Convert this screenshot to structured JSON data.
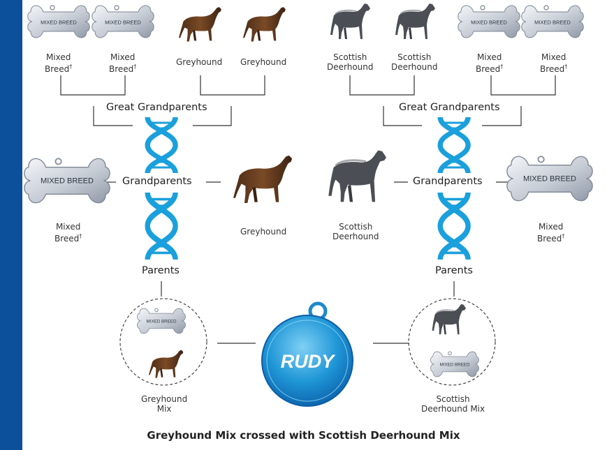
{
  "labels": {
    "ggp_mixed_1": "Mixed",
    "ggp_breed_1": "Breed",
    "ggp_mixed_2": "Mixed",
    "ggp_breed_2": "Breed",
    "ggp_greyhound_1": "Greyhound",
    "ggp_greyhound_2": "Greyhound",
    "ggp_scottish_1": "Scottish",
    "ggp_deerhound_1": "Deerhound",
    "ggp_scottish_2": "Scottish",
    "ggp_deerhound_2": "Deerhound",
    "ggp_mixed_3": "Mixed",
    "ggp_breed_3": "Breed",
    "ggp_mixed_4": "Mixed",
    "ggp_breed_4": "Breed",
    "gp_mixed_left": "Mixed",
    "gp_breed_left": "Breed",
    "gp_greyhound": "Greyhound",
    "gp_scottish": "Scottish",
    "gp_deerhound": "Deerhound",
    "gp_mixed_right": "Mixed",
    "gp_breed_right": "Breed",
    "parent_left_1": "Greyhound",
    "parent_left_2": "Mix",
    "parent_right_1": "Scottish",
    "parent_right_2": "Deerhound Mix",
    "dagger": "†"
  },
  "generations": {
    "great_grandparents": "Great Grandparents",
    "grandparents": "Grandparents",
    "parents": "Parents"
  },
  "tags": {
    "mixed_breed": "MIXED BREED",
    "dog_name": "RUDY"
  },
  "caption": "Greyhound Mix crossed with Scottish Deerhound Mix",
  "colors": {
    "side_bar": "#0c4f9a",
    "dna_blue": "#1aa0dc",
    "tag_blue": "#1d8fd0",
    "tag_silver": "#c9ced6"
  },
  "icons": [
    "bone-tag-icon",
    "greyhound-icon",
    "deerhound-icon",
    "dna-helix-icon",
    "name-tag-icon"
  ]
}
